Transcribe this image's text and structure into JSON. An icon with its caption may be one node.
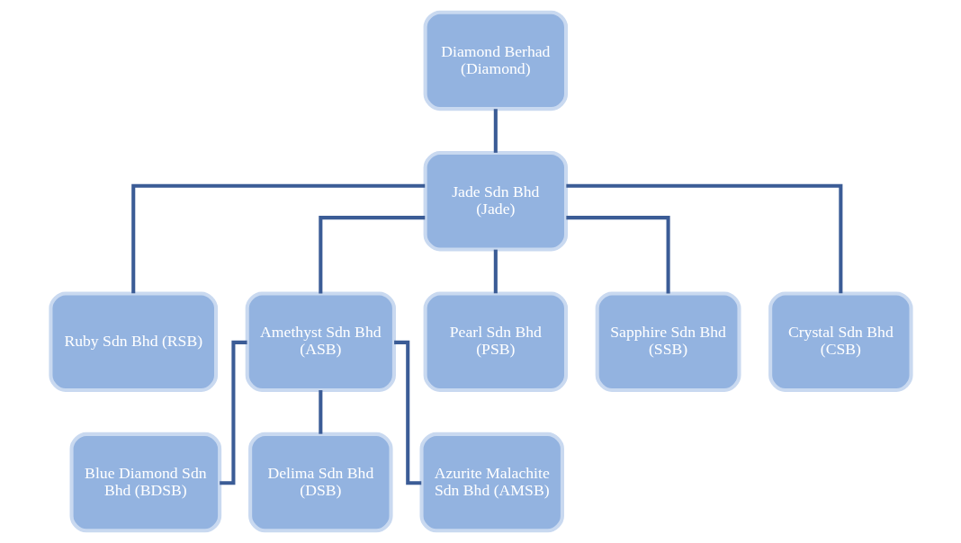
{
  "diagram": {
    "nodes": [
      {
        "text": [
          "Diamond Berhad (Diamond)"
        ]
      },
      {
        "text": [
          "Jade Sdn Bhd (Jade)"
        ]
      },
      {
        "text": [
          "Ruby Sdn Bhd (RSB)"
        ]
      },
      {
        "text": [
          "Amethyst Sdn Bhd (ASB)"
        ]
      },
      {
        "text": [
          "Pearl Sdn Bhd (PSB)"
        ]
      },
      {
        "text": [
          "Sapphire Sdn Bhd (SSB)"
        ]
      },
      {
        "text": [
          "Crystal Sdn Bhd (CSB)"
        ]
      },
      {
        "text": [
          "Blue Diamond Sdn Bhd (BDSB)"
        ]
      },
      {
        "text": [
          "Delima Sdn Bhd (DSB)"
        ]
      },
      {
        "text": [
          "Azurite Malachite Sdn Bhd (AMSB)"
        ]
      }
    ],
    "edges": [
      {
        "from": 0,
        "to": 1,
        "arrow": "none"
      },
      {
        "from": 1,
        "to": 2,
        "arrow": "none"
      },
      {
        "from": 1,
        "to": 3,
        "arrow": "none"
      },
      {
        "from": 1,
        "to": 4,
        "arrow": "none"
      },
      {
        "from": 1,
        "to": 5,
        "arrow": "none"
      },
      {
        "from": 1,
        "to": 6,
        "arrow": "none"
      },
      {
        "from": 3,
        "to": 7,
        "arrow": "none"
      },
      {
        "from": 3,
        "to": 8,
        "arrow": "none"
      },
      {
        "from": 3,
        "to": 9,
        "arrow": "none"
      }
    ]
  }
}
